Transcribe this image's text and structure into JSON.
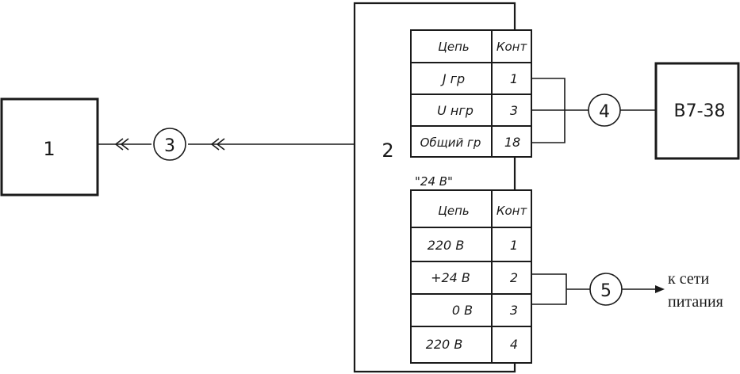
{
  "blocks": {
    "block1": "1",
    "block2": "2",
    "voltmeter": "В7-38"
  },
  "connectors": {
    "c3": "3",
    "c4": "4",
    "c5": "5"
  },
  "table_top": {
    "headers": [
      "Цепь",
      "Конт"
    ],
    "rows": [
      [
        "J гр",
        "1"
      ],
      [
        "U нгр",
        "3"
      ],
      [
        "Общий гр",
        "18"
      ]
    ]
  },
  "table_bottom": {
    "caption": "\"24 В\"",
    "headers": [
      "Цепь",
      "Конт"
    ],
    "rows": [
      [
        "220 В",
        "1"
      ],
      [
        "+24 В",
        "2"
      ],
      [
        "0 В",
        "3"
      ],
      [
        "220 В",
        "4"
      ]
    ]
  },
  "power_label": {
    "line1": "к сети",
    "line2": "питания"
  }
}
